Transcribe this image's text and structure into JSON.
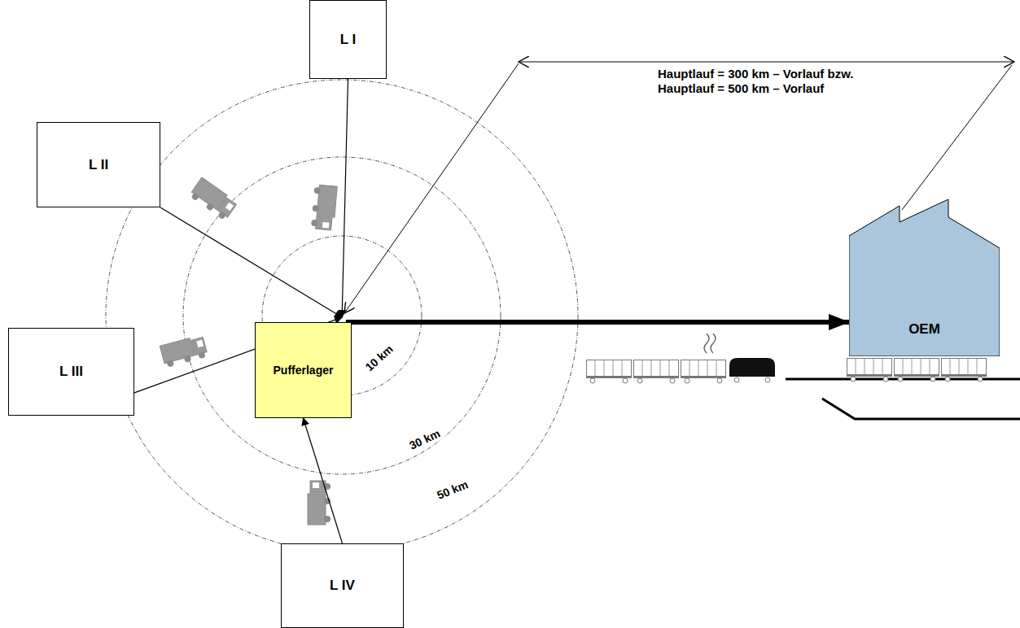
{
  "diagram": {
    "nodes": [
      {
        "text": [
          "L I"
        ]
      },
      {
        "text": [
          "L II"
        ]
      },
      {
        "text": [
          "L III"
        ]
      },
      {
        "text": [
          "L IV"
        ]
      },
      {
        "text": [
          "Pufferlager"
        ]
      },
      {
        "text": [
          "OEM"
        ]
      }
    ],
    "edges": [
      {
        "from": 0,
        "to": 4,
        "arrow": "to"
      },
      {
        "from": 1,
        "to": 4,
        "arrow": "to"
      },
      {
        "from": 2,
        "to": 4,
        "arrow": "to"
      },
      {
        "from": 3,
        "to": 4,
        "arrow": "to"
      },
      {
        "from": 4,
        "to": 5,
        "arrow": "to"
      }
    ],
    "labels": [
      "Hauptlauf = 300 km – Vorlauf bzw. Hauptlauf = 500 km – Vorlauf",
      "10 km",
      "30 km",
      "50 km"
    ]
  }
}
